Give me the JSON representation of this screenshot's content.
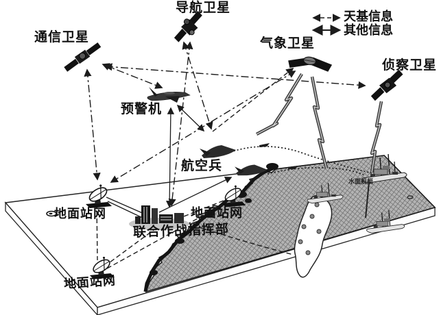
{
  "diagram": {
    "legend": {
      "space_info": "天基信息",
      "other_info": "其他信息"
    },
    "labels": {
      "comm_satellite": "通信卫星",
      "nav_satellite": "导航卫星",
      "weather_satellite": "气象卫星",
      "recon_satellite": "侦察卫星",
      "awacs": "预警机",
      "aviation": "航空兵",
      "ground_station_left": "地面站网",
      "ground_station_center": "地面站网",
      "ground_station_bottom": "地面站网",
      "command_center": "联合作战指挥部",
      "surface_ships": "水面舰艇"
    },
    "colors": {
      "ink": "#1c1c1c",
      "sea_base": "#b3b3b3",
      "sea_hatch": "#4f4f4f"
    }
  }
}
